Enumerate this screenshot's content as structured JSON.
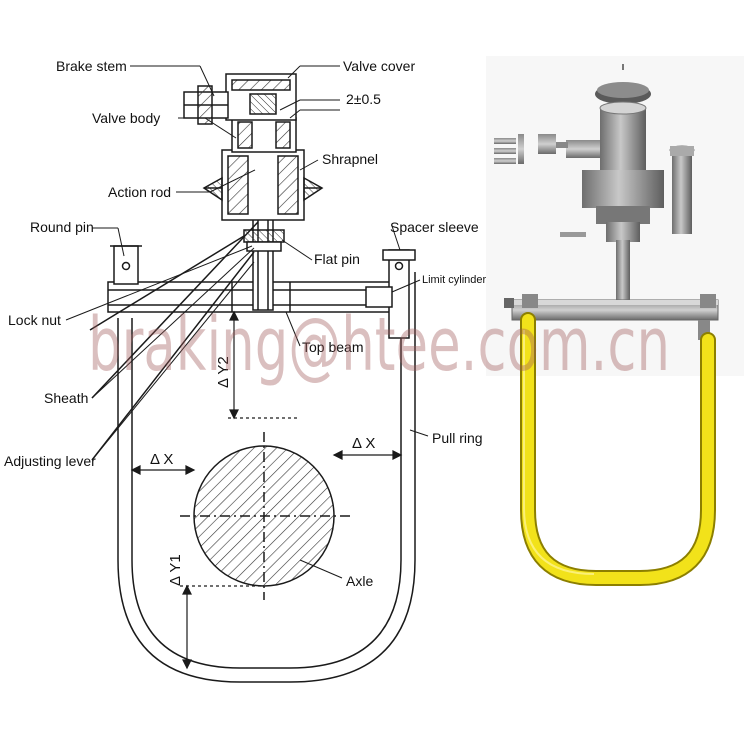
{
  "labels": {
    "brake_stem": "Brake stem",
    "valve_cover": "Valve cover",
    "tolerance": "2±0.5",
    "valve_body": "Valve body",
    "shrapnel": "Shrapnel",
    "action_rod": "Action rod",
    "round_pin": "Round pin",
    "spacer_sleeve": "Spacer sleeve",
    "flat_pin": "Flat pin",
    "limit_cylinder": "Limit cylinder",
    "lock_nut": "Lock nut",
    "top_beam": "Top beam",
    "sheath": "Sheath",
    "pull_ring": "Pull ring",
    "adjusting_lever": "Adjusting lever",
    "axle": "Axle"
  },
  "dimensions": {
    "dx_left": "Δ X",
    "dx_right": "Δ X",
    "dy1": "Δ Y1",
    "dy2": "Δ Y2"
  },
  "watermark": "braking@htee.com.cn",
  "colors": {
    "line": "#1a1a1a",
    "pull_ring_3d": "#f2e21a",
    "metal_3d": "#9a9a9a",
    "watermark": "#a05a5a"
  }
}
